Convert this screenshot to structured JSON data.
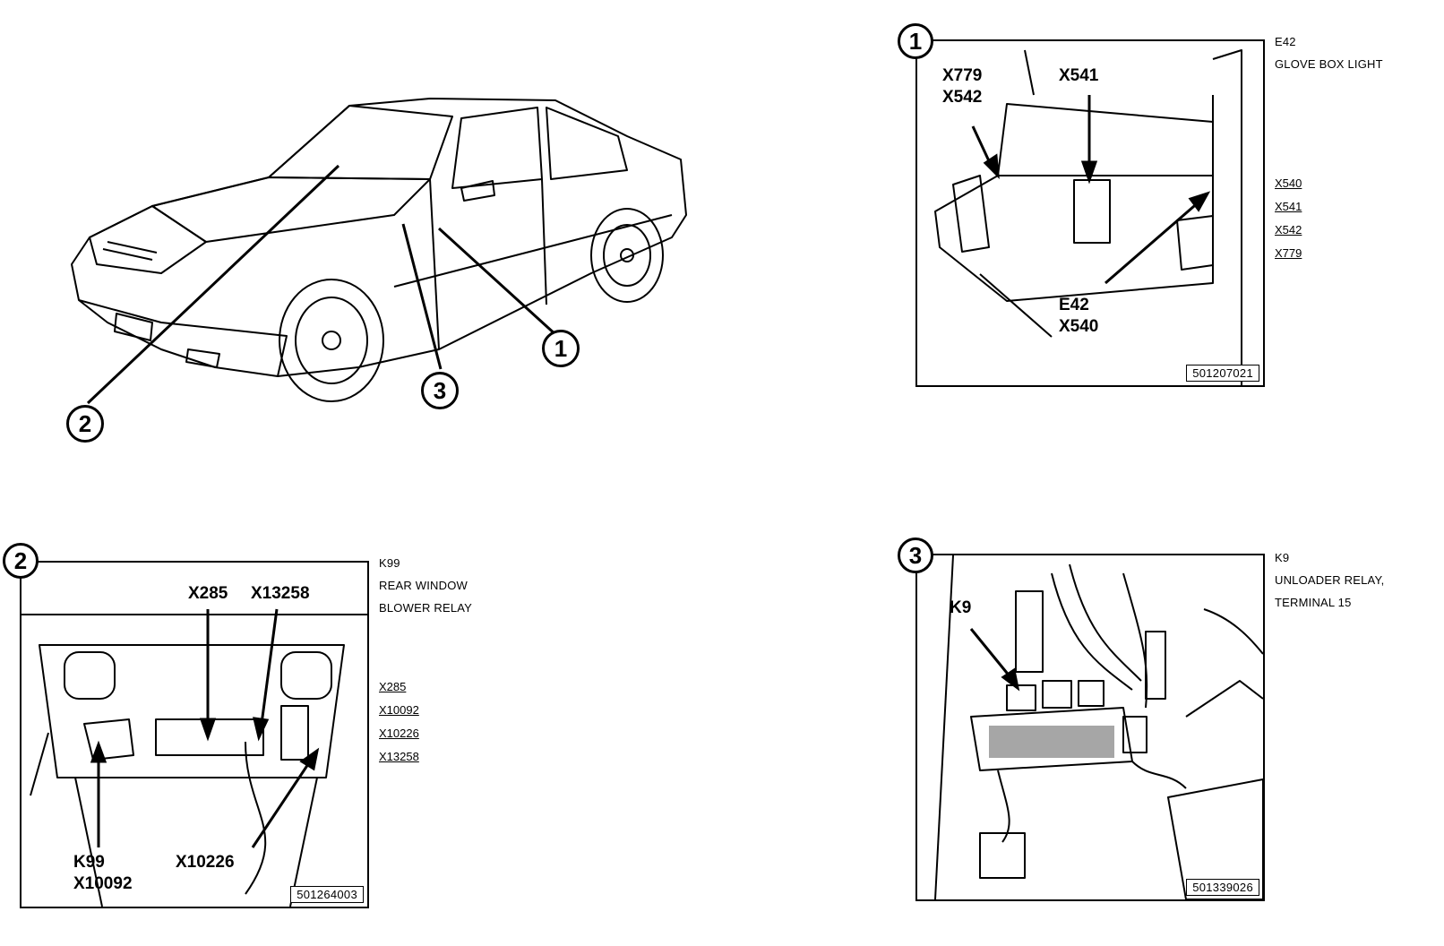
{
  "overview": {
    "callouts": [
      "1",
      "2",
      "3"
    ]
  },
  "panel1": {
    "number": "1",
    "labels": {
      "x779_x542": [
        "X779",
        "X542"
      ],
      "x541": "X541",
      "e42_x540": [
        "E42",
        "X540"
      ]
    },
    "figure_id": "501207021",
    "caption": [
      "E42",
      "GLOVE BOX LIGHT"
    ],
    "connectors": [
      "X540",
      "X541",
      "X542",
      "X779"
    ]
  },
  "panel2": {
    "number": "2",
    "labels": {
      "x285": "X285",
      "x13258": "X13258",
      "k99_x10092": [
        "K99",
        "X10092"
      ],
      "x10226": "X10226"
    },
    "figure_id": "501264003",
    "caption": [
      "K99",
      "REAR WINDOW",
      "BLOWER RELAY"
    ],
    "connectors": [
      "X285",
      "X10092",
      "X10226",
      "X13258"
    ]
  },
  "panel3": {
    "number": "3",
    "labels": {
      "k9": "K9"
    },
    "figure_id": "501339026",
    "caption": [
      "K9",
      "UNLOADER RELAY,",
      "TERMINAL 15"
    ]
  }
}
